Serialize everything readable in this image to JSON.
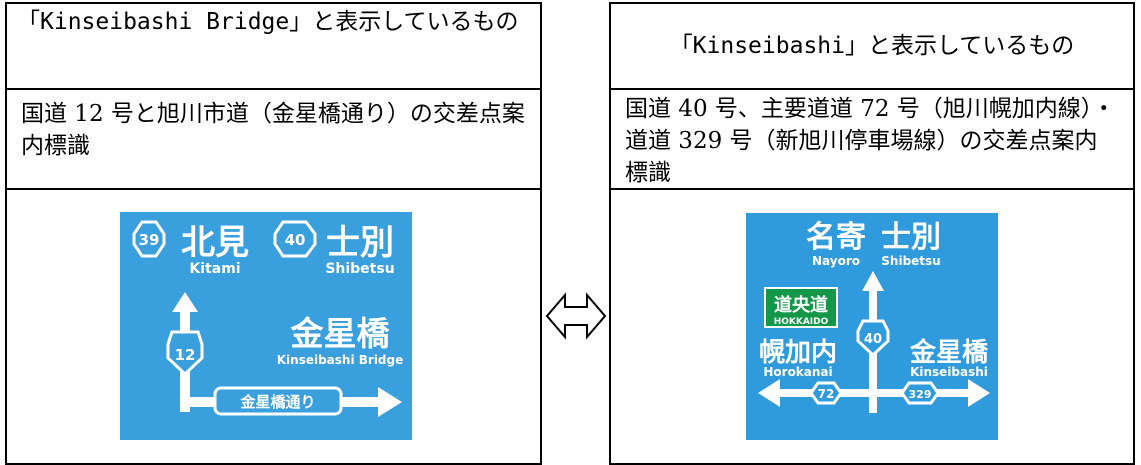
{
  "colors": {
    "sign_blue": "#3a9fdd",
    "sign_green": "#129848",
    "border": "#000000"
  },
  "left": {
    "title": "「Kinseibashi Bridge」と表示しているもの",
    "description": "国道 12 号と旭川市道（金星橋通り）の交差点案内標識",
    "sign": {
      "route1": "39",
      "dest1_jp": "北見",
      "dest1_en": "Kitami",
      "route2": "40",
      "dest2_jp": "士別",
      "dest2_en": "Shibetsu",
      "route3": "12",
      "main_jp": "金星橋",
      "main_en": "Kinseibashi Bridge",
      "street_jp": "金星橋通り"
    }
  },
  "swap_icon": "left-right-arrow-icon",
  "right": {
    "title": "「Kinseibashi」と表示しているもの",
    "description": "国道 40 号、主要道道 72 号（旭川幌加内線）・道道 329 号（新旭川停車場線）の交差点案内標識",
    "sign": {
      "top_left_jp": "名寄",
      "top_left_en": "Nayoro",
      "top_right_jp": "士別",
      "top_right_en": "Shibetsu",
      "badge_jp": "道央道",
      "badge_en": "HOKKAIDO",
      "route_center": "40",
      "left_jp": "幌加内",
      "left_en": "Horokanai",
      "right_jp": "金星橋",
      "right_en": "Kinseibashi",
      "route_left": "72",
      "route_right": "329"
    }
  }
}
